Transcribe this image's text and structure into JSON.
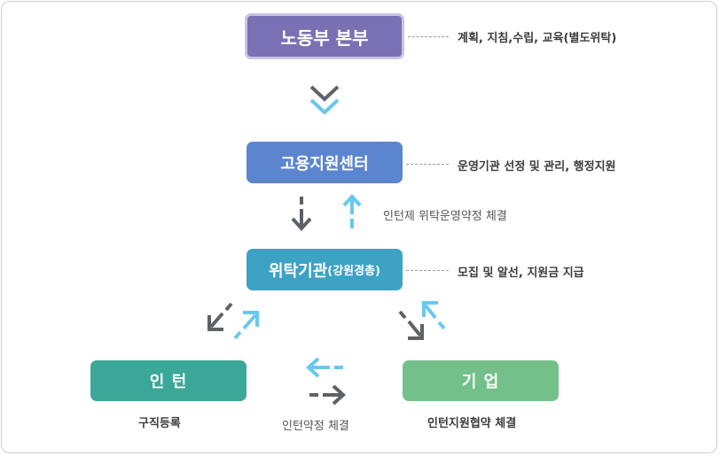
{
  "nodes": {
    "hq": "노동부 본부",
    "employment_center": "고용지원센터",
    "trust_org_main": "위탁기관",
    "trust_org_sub": "(강원경총)",
    "intern": "인 턴",
    "company": "기 업"
  },
  "notes": {
    "hq": "계획, 지침,수립, 교육(별도위탁)",
    "employment_center": "운영기관 선정 및 관리, 행정지원",
    "trust_org": "모집 및 알선, 지원금 지급",
    "contract_center_trust": "인턴제 위탁운영약정 체결"
  },
  "captions": {
    "intern": "구직등록",
    "intern_company_contract": "인턴약정 체결",
    "company": "인턴지원협약 체결"
  },
  "colors": {
    "hq": "#7a71b4",
    "employment_center": "#5b86cf",
    "trust_org": "#3da2c4",
    "intern": "#3aa798",
    "company": "#74c08a",
    "arrow_dark": "#5e6266",
    "arrow_light": "#67c8f0"
  }
}
